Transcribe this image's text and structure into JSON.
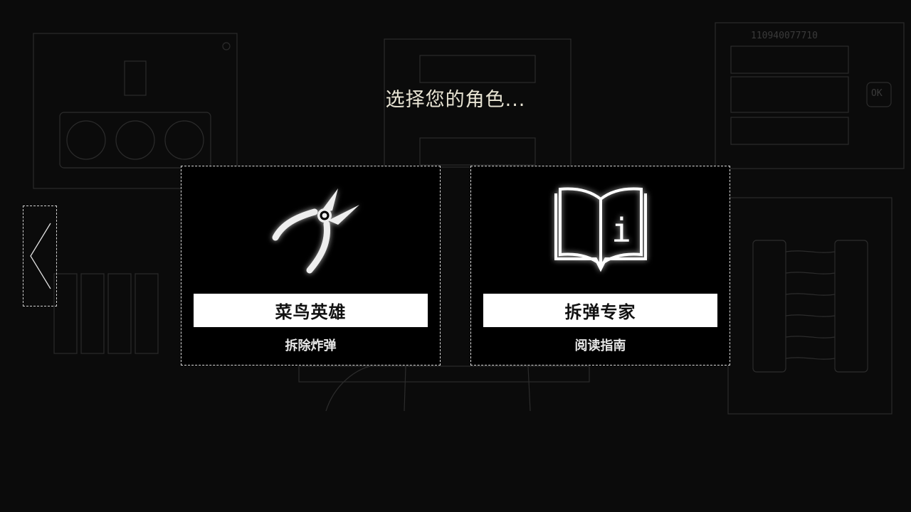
{
  "screen": {
    "title": "选择您的角色...",
    "back_button": {
      "icon": "chevron-left-icon"
    },
    "roles": [
      {
        "label": "菜鸟英雄",
        "subtitle": "拆除炸弹",
        "icon": "wire-cutters-icon"
      },
      {
        "label": "拆弹专家",
        "subtitle": "阅读指南",
        "icon": "manual-book-icon"
      }
    ]
  },
  "background": {
    "serial_sketch": "110940077710",
    "ok_sketch": "OK"
  },
  "colors": {
    "background": "#0b0b0b",
    "card": "#000000",
    "label_bg": "#ffffff",
    "title": "#e8e4d4"
  }
}
